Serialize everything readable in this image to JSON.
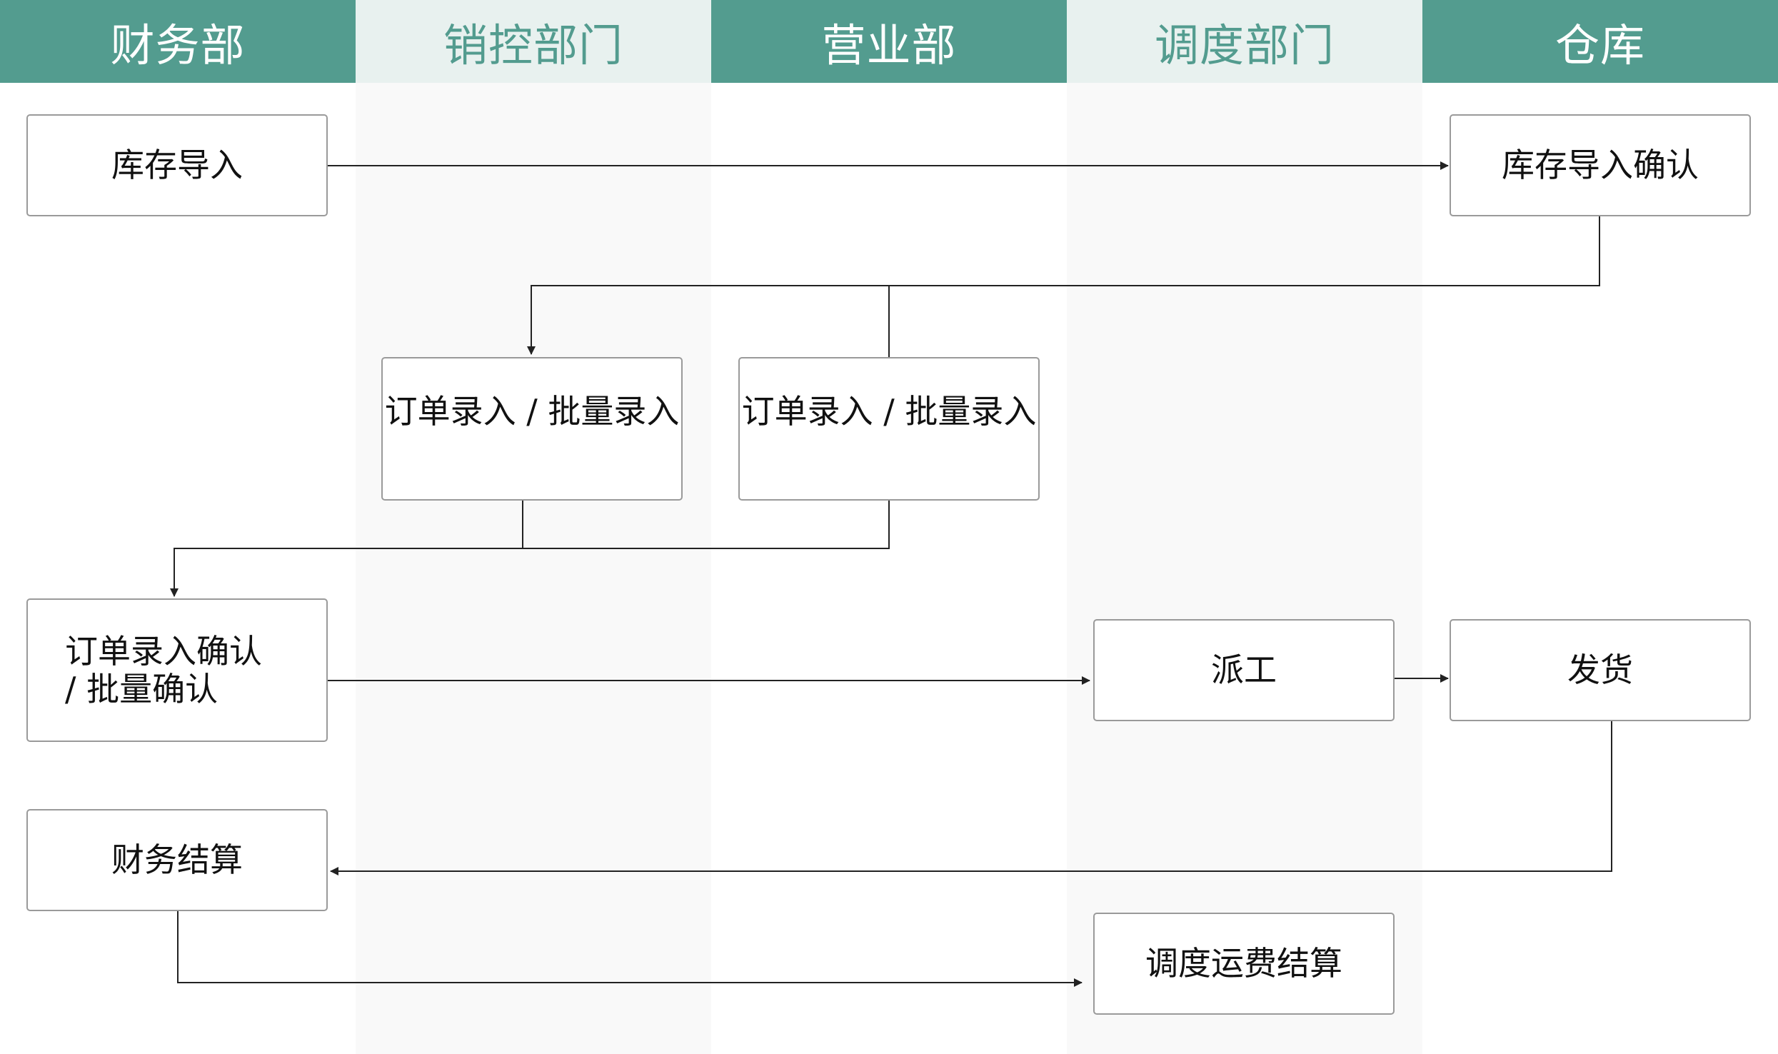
{
  "lanes": [
    "财务部",
    "销控部门",
    "营业部",
    "调度部门",
    "仓库"
  ],
  "colors": {
    "header_dark": "#539c8f",
    "header_light": "#e8f1ef",
    "lane_shade": "#f9f9f9",
    "line": "#222222",
    "box_border": "#9a9a9a"
  },
  "nodes": {
    "inventory_import": "库存导入",
    "inventory_confirm": "库存导入确认",
    "order_entry_sales": "订单录入 / 批量录入",
    "order_entry_business": "订单录入 / 批量录入",
    "order_confirm": "订单录入确认\n/ 批量确认",
    "dispatch": "派工",
    "ship": "发货",
    "finance_settle": "财务结算",
    "freight_settle": "调度运费结算"
  }
}
